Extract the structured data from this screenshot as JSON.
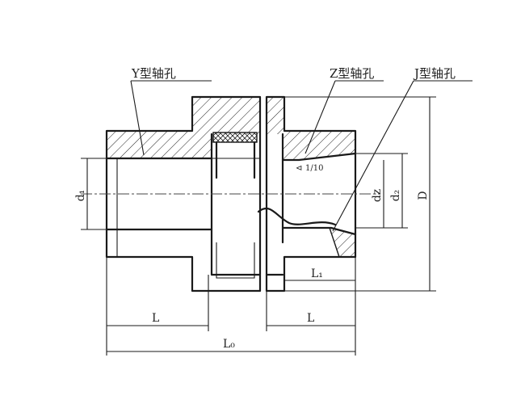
{
  "labels": {
    "y_bore": "Y型轴孔",
    "z_bore": "Z型轴孔",
    "j_bore": "J型轴孔",
    "taper": "1/10"
  },
  "dimensions": {
    "d1": "d₁",
    "dz": "dz",
    "d2": "d₂",
    "D": "D",
    "L1": "L₁",
    "L_left": "L",
    "L_right": "L",
    "L0": "L₀"
  }
}
